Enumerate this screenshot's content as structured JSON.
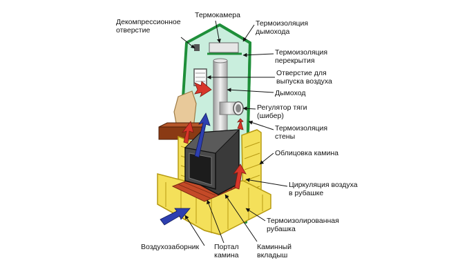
{
  "labels": {
    "decompression": [
      "Декомпрессионное",
      "отверстие"
    ],
    "thermochamber": [
      "Термокамера"
    ],
    "chimney_insulation": [
      "Термоизоляция",
      "дымохода"
    ],
    "ceiling_insulation": [
      "Термоизоляция",
      "перекрытия"
    ],
    "air_outlet": [
      "Отверстие для",
      "выпуска воздуха"
    ],
    "chimney": [
      "Дымоход"
    ],
    "draft_regulator": [
      "Регулятор тяги",
      "(шибер)"
    ],
    "wall_insulation": [
      "Термоизоляция",
      "стены"
    ],
    "cladding": [
      "Облицовка камина"
    ],
    "air_circulation": [
      "Циркуляция воздуха",
      "в рубашке"
    ],
    "insulated_jacket": [
      "Термоизолированная",
      "рубашка"
    ],
    "air_intake": [
      "Воздухозаборник"
    ],
    "portal": [
      "Портал",
      "камина"
    ],
    "insert": [
      "Каминный",
      "вкладыш"
    ]
  },
  "colors": {
    "insulation_green": "#1f8f3a",
    "glass_fill": "#c9eedd",
    "brick_yellow": "#f4e05a",
    "brick_line": "#b79a12",
    "hot_air": "#d8362a",
    "cold_air": "#2d3fb0",
    "firebox": "#3a3a3a",
    "chimney_gray": "#c8c8c8",
    "mantel_brown": "#8a3a14",
    "stone_beige": "#e8c99a"
  }
}
